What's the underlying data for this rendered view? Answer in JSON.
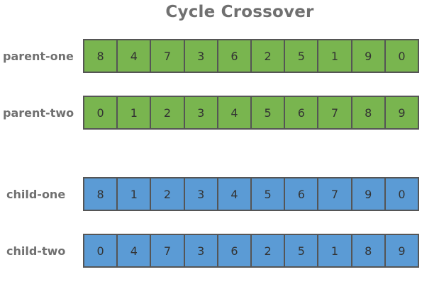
{
  "title": "Cycle Crossover",
  "colors": {
    "parent_fill": "#79b54f",
    "child_fill": "#5b9bd5",
    "cell_border": "#555555",
    "label_text": "#707070"
  },
  "rows": [
    {
      "label": "parent-one",
      "kind": "parent",
      "values": [
        "8",
        "4",
        "7",
        "3",
        "6",
        "2",
        "5",
        "1",
        "9",
        "0"
      ]
    },
    {
      "label": "parent-two",
      "kind": "parent",
      "values": [
        "0",
        "1",
        "2",
        "3",
        "4",
        "5",
        "6",
        "7",
        "8",
        "9"
      ]
    },
    {
      "label": "child-one",
      "kind": "child",
      "values": [
        "8",
        "1",
        "2",
        "3",
        "4",
        "5",
        "6",
        "7",
        "9",
        "0"
      ]
    },
    {
      "label": "child-two",
      "kind": "child",
      "values": [
        "0",
        "4",
        "7",
        "3",
        "6",
        "2",
        "5",
        "1",
        "8",
        "9"
      ]
    }
  ]
}
